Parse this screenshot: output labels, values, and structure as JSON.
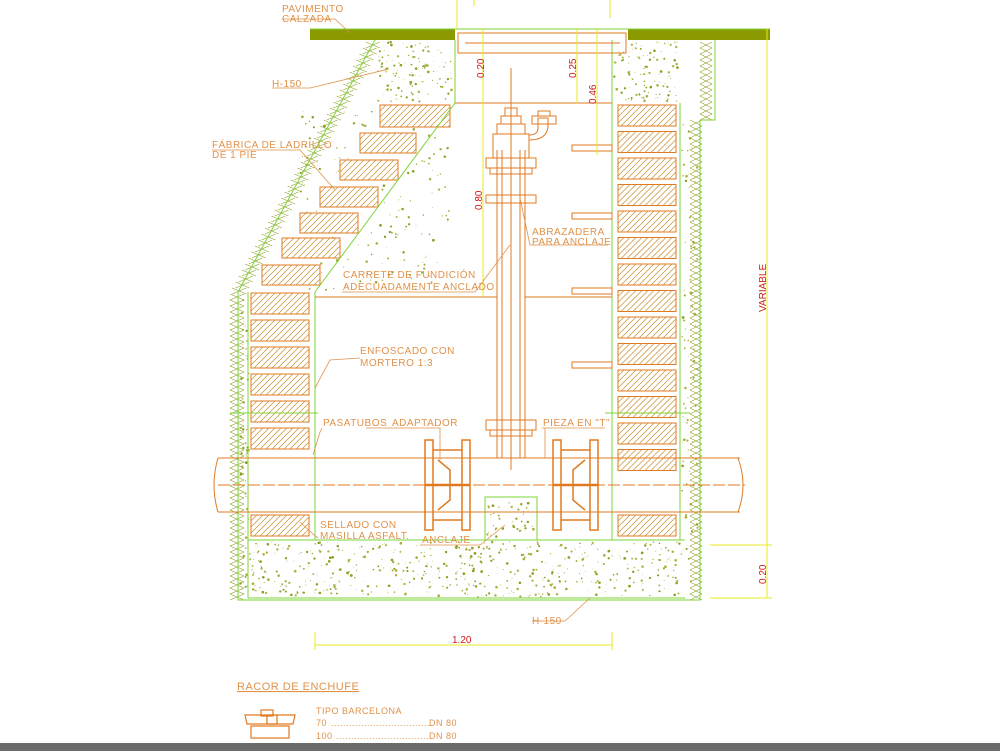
{
  "colors": {
    "background": "#ffffff",
    "outline": "#e07a20",
    "concrete_edge": "#7ed43a",
    "label": "#e0924a",
    "dimension_line": "#e8e820",
    "dimension_text": "#d01818",
    "pavement": "#8a9a00"
  },
  "labels": {
    "pavimento": "PAVIMENTO",
    "calzada": "CALZADA",
    "h150_top": "H-150",
    "fabrica_1": "FÁBRICA DE LADRILLO",
    "fabrica_2": "DE 1 PIE",
    "abrazadera_1": "ABRAZADERA",
    "abrazadera_2": "PARA ANCLAJE",
    "carrete_1": "CARRETE DE FUNDICIÓN",
    "carrete_2": "ADECUADAMENTE ANCLADO",
    "enfoscado_1": "ENFOSCADO CON",
    "enfoscado_2": "MORTERO 1:3",
    "pasatubos": "PASATUBOS",
    "adaptador": "ADAPTADOR",
    "pieza": "PIEZA EN \"T\"",
    "sellado_1": "SELLADO CON",
    "sellado_2": "MASILLA ASFALT.",
    "anclaje": "ANCLAJE",
    "h150_bottom": "H-150"
  },
  "dimensions": {
    "d020_top": "0.20",
    "d025": "0.25",
    "d046": "0.46",
    "d080": "0.80",
    "variable": "VARIABLE",
    "d020_bottom": "0.20",
    "d120": "1.20"
  },
  "legend": {
    "title": "RACOR DE ENCHUFE",
    "type": "TIPO BARCELONA",
    "rows": [
      {
        "size": "70",
        "dn": "DN 80"
      },
      {
        "size": "100",
        "dn": "DN 80"
      }
    ]
  }
}
